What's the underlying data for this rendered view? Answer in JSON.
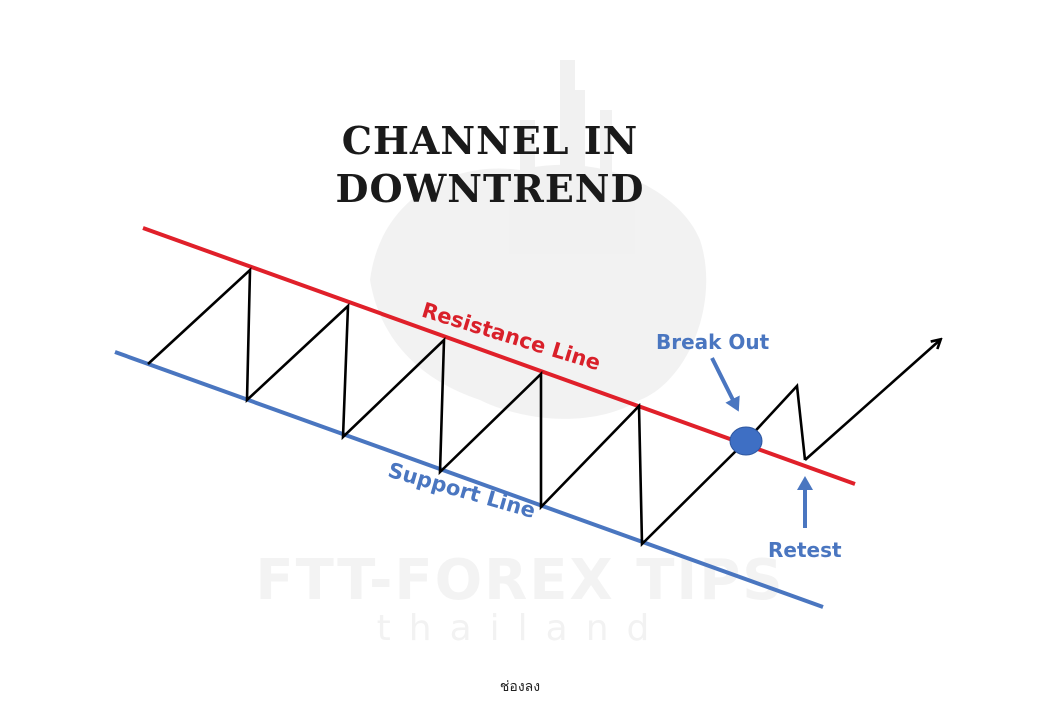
{
  "title": {
    "line1": "CHANNEL IN",
    "line2": "DOWNTREND"
  },
  "labels": {
    "resistance": "Resistance Line",
    "support": "Support Line",
    "breakout": "Break Out",
    "retest": "Retest"
  },
  "watermark": {
    "brand": "FTT-FOREX TIPS",
    "sub": "thailand"
  },
  "caption": "ช่องลง",
  "colors": {
    "resistance": "#e0202a",
    "support": "#4a76c0",
    "price_path": "#000000",
    "breakout_marker": "#3e6fc4",
    "callout": "#4a76c0"
  }
}
